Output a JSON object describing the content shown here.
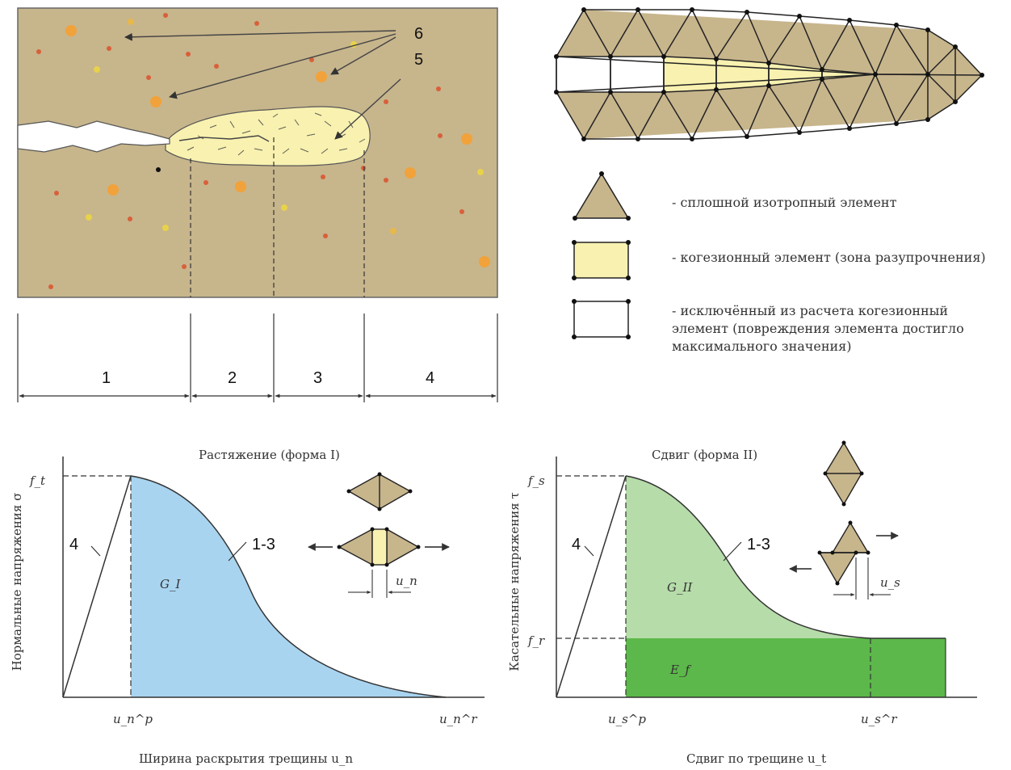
{
  "crack_panel": {
    "callouts": [
      "6",
      "5"
    ],
    "zones": [
      "1",
      "2",
      "3",
      "4"
    ]
  },
  "legend": {
    "solid": "- сплошной изотропный элемент",
    "cohesive": "- когезионный элемент (зона разупрочнения)",
    "excluded": "- исключённый из расчета когезионный элемент (повреждения элемента достигло максимального значения)"
  },
  "tension": {
    "title": "Растяжение (форма I)",
    "ylabel": "Нормальные напряжения σ",
    "xlabel": "Ширина раскрытия трещины u_n",
    "y_tick": "f_t",
    "x_ticks": [
      "u_n^p",
      "u_n^r"
    ],
    "curve_labels": [
      "4",
      "1-3"
    ],
    "area_label": "G_I",
    "disp_label": "u_n"
  },
  "shear": {
    "title": "Сдвиг (форма II)",
    "ylabel": "Касательные напряжения τ",
    "xlabel": "Сдвиг по трещине u_t",
    "y_ticks": [
      "f_s",
      "f_r"
    ],
    "x_ticks": [
      "u_s^p",
      "u_s^r"
    ],
    "curve_labels": [
      "4",
      "1-3"
    ],
    "area_labels": [
      "G_II",
      "E_f"
    ],
    "disp_label": "u_s"
  },
  "colors": {
    "matrix": "#c7b58c",
    "process_zone": "#f8f1b0",
    "tension_area": "#a9d4f0",
    "shear_area": "#b6dca9",
    "friction_area": "#5cb84a",
    "aggregate": "#f2a23a"
  }
}
